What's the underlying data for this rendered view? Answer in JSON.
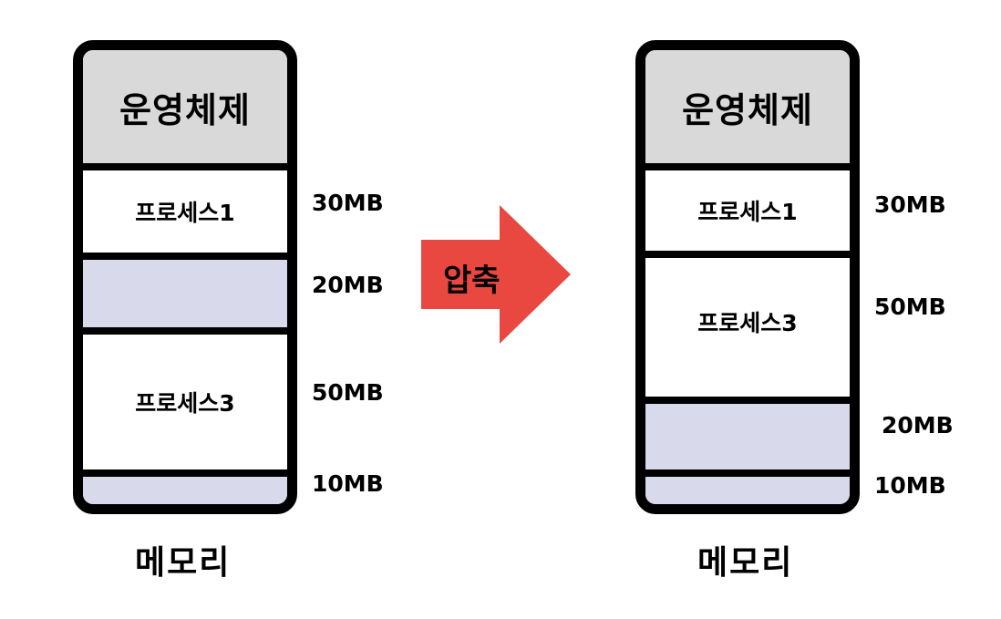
{
  "left_memory": {
    "os_label": "운영체제",
    "process1_label": "프로세스1",
    "process3_label": "프로세스3",
    "sizes": {
      "process1": "30MB",
      "free_top": "20MB",
      "process3": "50MB",
      "free_bottom": "10MB"
    },
    "title": "메모리"
  },
  "arrow": {
    "label": "압축",
    "color": "#e8483f"
  },
  "right_memory": {
    "os_label": "운영체제",
    "process1_label": "프로세스1",
    "process3_label": "프로세스3",
    "sizes": {
      "process1": "30MB",
      "process3": "50MB",
      "free_top": "20MB",
      "free_bottom": "10MB"
    },
    "title": "메모리"
  },
  "colors": {
    "os_block": "#d9d9d9",
    "free_block": "#d8d9eb",
    "border": "#000000"
  }
}
